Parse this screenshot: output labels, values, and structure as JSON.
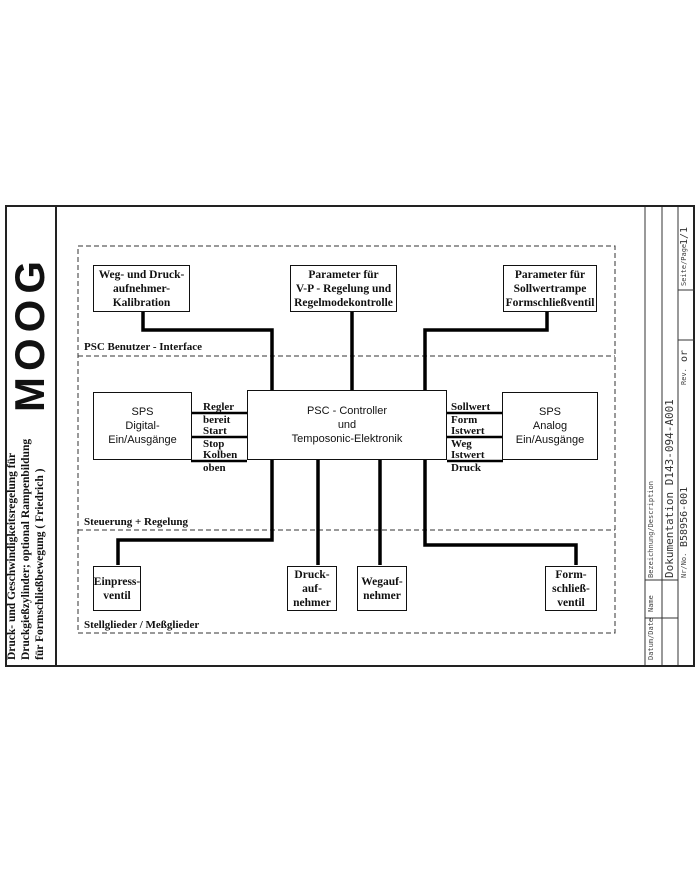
{
  "side_title": {
    "line1": "Druck- und Geschwindigkeitsregelung für",
    "line2": "Druckgießzylinder; optional Rampenbildung",
    "line3": "für Formschließbewegung ( Friedrich )"
  },
  "logo_text": "MOOG",
  "zones": {
    "interface": "PSC Benutzer - Interface",
    "control": "Steuerung + Regelung",
    "actuators": "Stellglieder / Meßglieder"
  },
  "boxes": {
    "calibration": "Weg- und Druck-\naufnehmer-\nKalibration",
    "parameters_vp": "Parameter für\nV-P - Regelung und\nRegelmodekontrolle",
    "parameters_ramp": "Parameter für\nSollwertrampe\nFormschließventil",
    "sps_digital": "SPS\nDigital-\nEin/Ausgänge",
    "psc_controller": "PSC - Controller\nund\nTemposonic-Elektronik",
    "sps_analog": "SPS\nAnalog\nEin/Ausgänge",
    "einpressventil": "Einpress-\nventil",
    "druckaufnehmer": "Druck-\nauf-\nnehmer",
    "wegaufnehmer": "Wegauf-\nnehmer",
    "formschliessventil": "Form-\nschließ-\nventil"
  },
  "digital_signals": [
    "Regler",
    "bereit",
    "Start",
    "Stop",
    "Kolben",
    "oben"
  ],
  "analog_signals": [
    "Sollwert",
    "Form",
    "Istwert",
    "Weg",
    "Istwert",
    "Druck"
  ],
  "title_block": {
    "description_label": "Bezeichnung/Description",
    "description_value": "Dokumentation D143-094-A001",
    "number_label": "Nr/No.",
    "number_value": "B58956-001",
    "rev_label": "Rev.",
    "rev_value": "or",
    "page_label": "Seite/Page",
    "page_value": "1/1",
    "name_label": "Name",
    "date_label": "Datum/Date"
  }
}
